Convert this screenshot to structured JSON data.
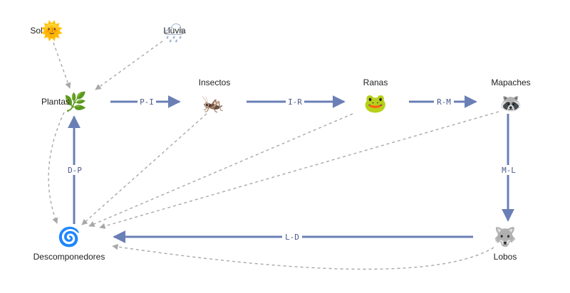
{
  "colors": {
    "flow_edge": "#6a7fb5",
    "influence_edge": "#a8a8a8",
    "label_text": "#222222",
    "edge_label_text": "#4a5a8a"
  },
  "nodes": {
    "sol": {
      "label": "Sol",
      "icon": "sun-icon",
      "glyph": "🌞"
    },
    "lluvia": {
      "label": "Lluvia",
      "icon": "rain-cloud-icon",
      "glyph": "🌧"
    },
    "plantas": {
      "label": "Plantas",
      "icon": "herb-icon",
      "glyph": "🌿"
    },
    "insectos": {
      "label": "Insectos",
      "icon": "cricket-icon",
      "glyph": "🦗"
    },
    "ranas": {
      "label": "Ranas",
      "icon": "frog-icon",
      "glyph": "🐸"
    },
    "mapaches": {
      "label": "Mapaches",
      "icon": "raccoon-icon",
      "glyph": "🦝"
    },
    "lobos": {
      "label": "Lobos",
      "icon": "wolf-icon",
      "glyph": "🐺"
    },
    "descomponedores": {
      "label": "Descomponedores",
      "icon": "spiral-icon",
      "glyph": "🌀"
    }
  },
  "edges": {
    "p_i": "P-I",
    "i_r": "I-R",
    "r_m": "R-M",
    "m_l": "M-L",
    "l_d": "L-D",
    "d_p": "D-P"
  }
}
